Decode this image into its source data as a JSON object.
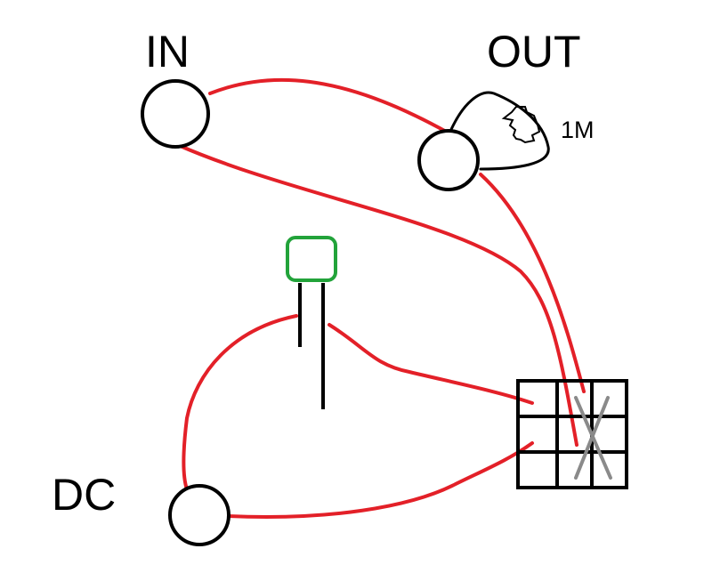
{
  "labels": {
    "in": "IN",
    "out": "OUT",
    "dc": "DC",
    "resistor_value": "1M"
  },
  "colors": {
    "wire": "#e32028",
    "outline": "#000000",
    "component": "#22a33a",
    "crossed_out": "#8a8a8a",
    "background": "#ffffff"
  },
  "components": {
    "terminal_in": "circle-terminal",
    "terminal_out": "circle-terminal",
    "terminal_dc": "circle-terminal",
    "green_component": "two-lead-component",
    "resistor": "resistor-loop",
    "matrix": "3x3-grid",
    "crossed_cells": "x-mark"
  }
}
